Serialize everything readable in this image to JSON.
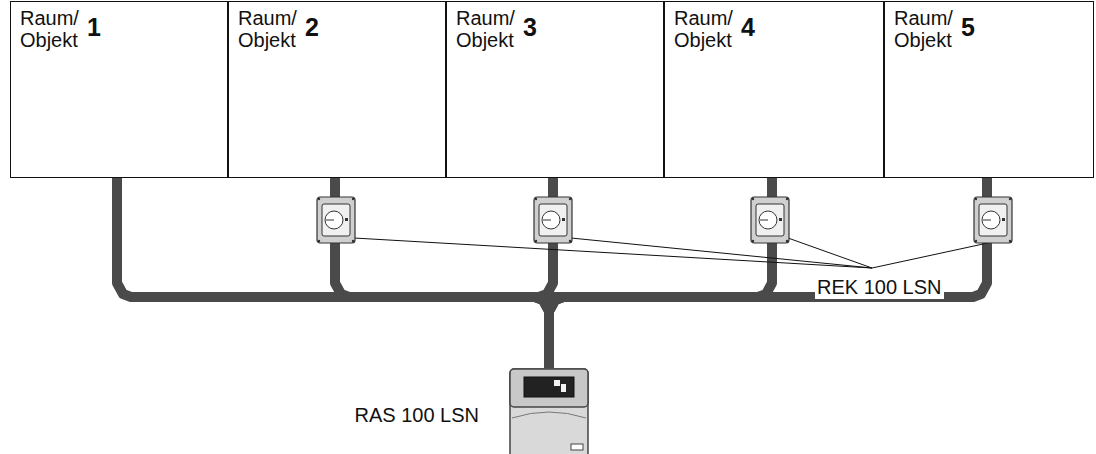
{
  "diagram": {
    "nodes": [
      {
        "text": [
          "Raum/ Objekt",
          "1"
        ]
      },
      {
        "text": [
          "Raum/ Objekt",
          "2"
        ]
      },
      {
        "text": [
          "Raum/ Objekt",
          "3"
        ]
      },
      {
        "text": [
          "Raum/ Objekt",
          "4"
        ]
      },
      {
        "text": [
          "Raum/ Objekt",
          "5"
        ]
      },
      {
        "text": [
          "RAS 100 LSN"
        ]
      }
    ],
    "edges": [
      {
        "from": 0,
        "to": 5,
        "arrow": "none"
      },
      {
        "from": 1,
        "to": 5,
        "arrow": "none"
      },
      {
        "from": 2,
        "to": 5,
        "arrow": "none"
      },
      {
        "from": 3,
        "to": 5,
        "arrow": "none"
      },
      {
        "from": 4,
        "to": 5,
        "arrow": "none"
      }
    ],
    "labels": [
      "REK 100 LSN"
    ]
  }
}
